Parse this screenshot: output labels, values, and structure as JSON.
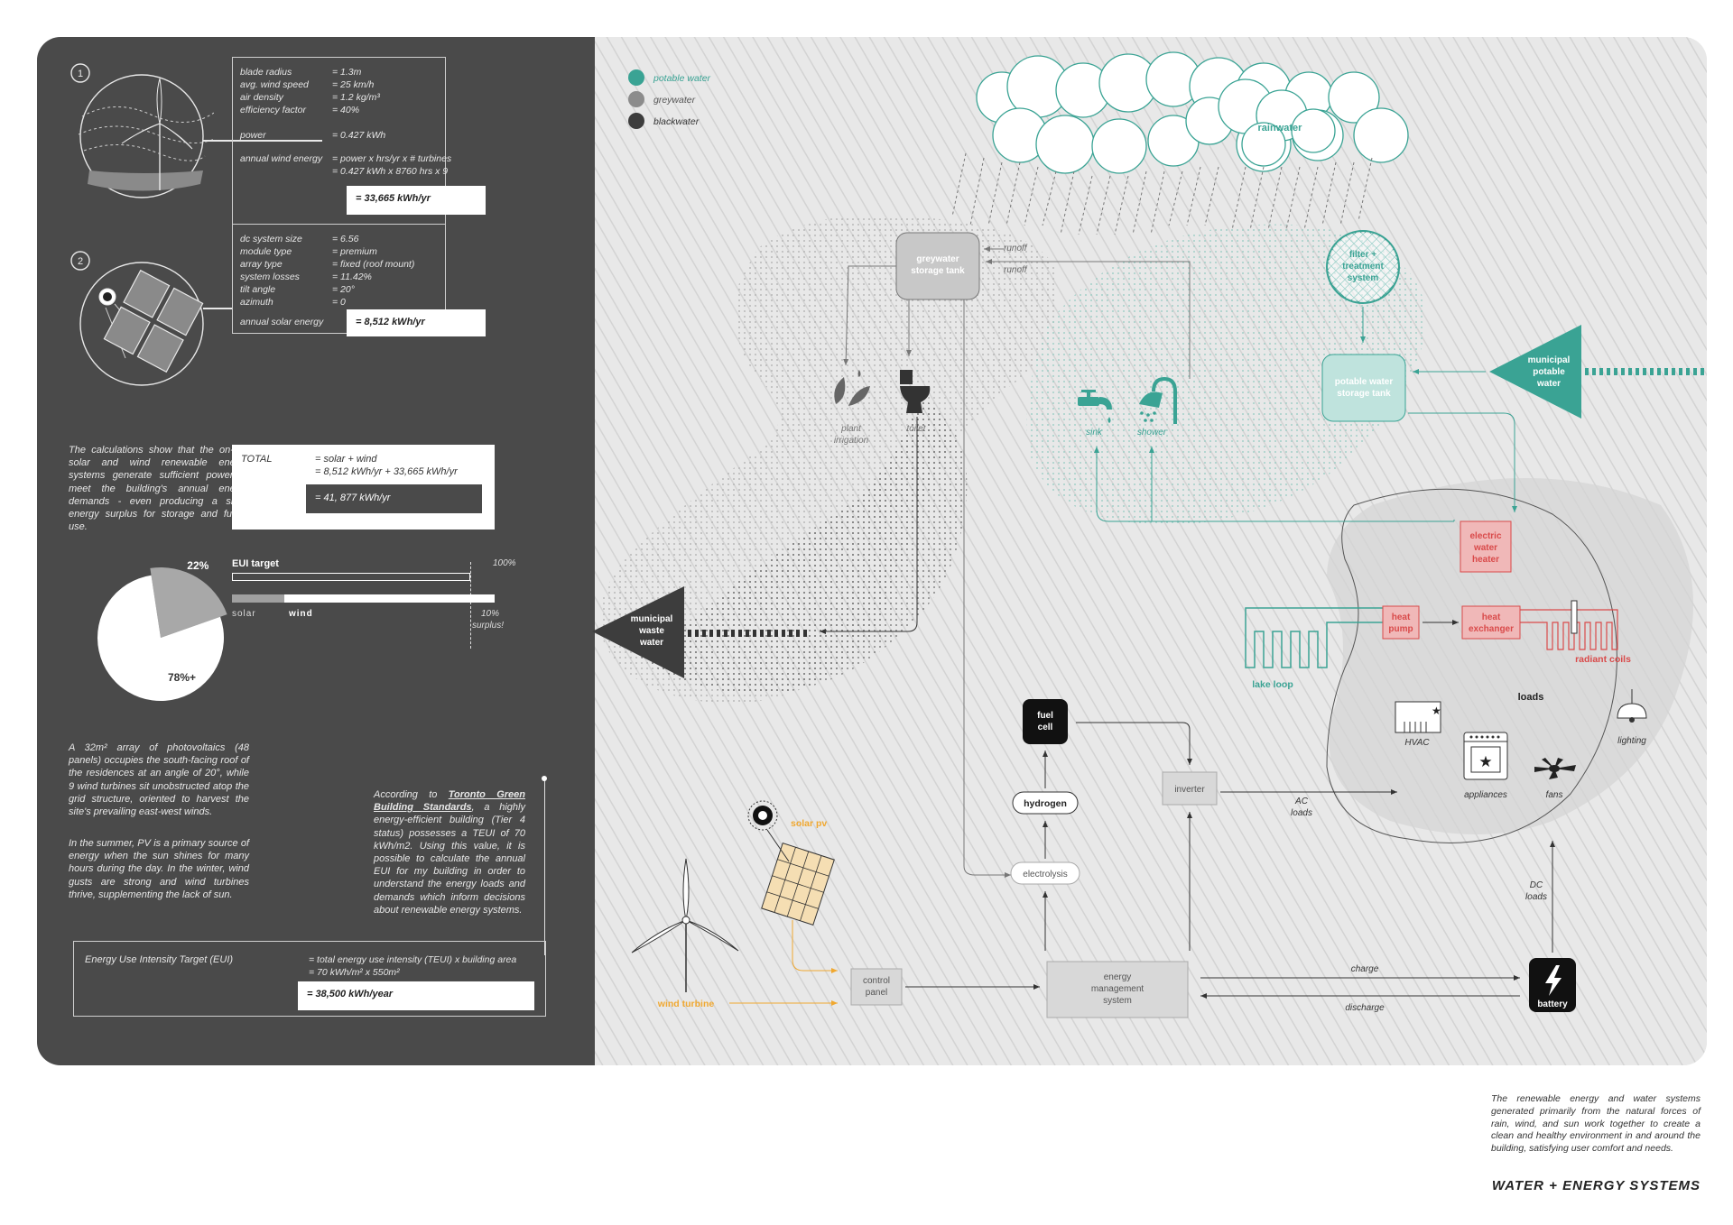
{
  "legend": [
    {
      "label": "potable water",
      "color": "#3aa394"
    },
    {
      "label": "greywater",
      "color": "#8c8c8c"
    },
    {
      "label": "blackwater",
      "color": "#3d3d3d"
    }
  ],
  "wind_calc": {
    "number": "1",
    "rows": [
      {
        "label": "blade radius",
        "value": "= 1.3m"
      },
      {
        "label": "avg. wind speed",
        "value": "= 25 km/h"
      },
      {
        "label": "air density",
        "value": "= 1.2 kg/m³"
      },
      {
        "label": "efficiency factor",
        "value": "= 40%"
      },
      {
        "label": "power",
        "value": "= 0.427 kWh"
      },
      {
        "label": "annual wind energy",
        "value": "= power x hrs/yr x # turbines"
      },
      {
        "label": "",
        "value": "= 0.427 kWh x 8760 hrs x 9"
      }
    ],
    "result": "= 33,665 kWh/yr"
  },
  "solar_calc": {
    "number": "2",
    "rows": [
      {
        "label": "dc system size",
        "value": "= 6.56"
      },
      {
        "label": "module type",
        "value": "= premium"
      },
      {
        "label": "array type",
        "value": "= fixed (roof mount)"
      },
      {
        "label": "system losses",
        "value": "= 11.42%"
      },
      {
        "label": "tilt angle",
        "value": "= 20°"
      },
      {
        "label": "azimuth",
        "value": "= 0"
      }
    ],
    "result_label": "annual solar energy",
    "result": "= 8,512 kWh/yr"
  },
  "summary_text": "The calculations show that the on-site solar and wind renewable energy systems generate sufficient power to meet the building's annual energy demands - even producing a small energy surplus for storage and future use.",
  "total": {
    "label": "TOTAL",
    "line1": "= solar + wind",
    "line2": "= 8,512 kWh/yr + 33,665 kWh/yr",
    "result": "= 41, 877 kWh/yr"
  },
  "eui_bar": {
    "title": "EUI target",
    "pct": "100%",
    "solar_label": "solar",
    "wind_label": "wind",
    "surplus_pct": "10%",
    "surplus_label": "surplus!"
  },
  "pie": {
    "chart_data": {
      "type": "pie",
      "slices": [
        {
          "label": "22%",
          "value": 22
        },
        {
          "label": "78%+",
          "value": 78
        }
      ]
    }
  },
  "pv_text": "A 32m² array of photovoltaics (48 panels) occupies the south-facing roof of the residences at an angle of 20°, while 9 wind turbines sit unobstructed atop the grid structure, oriented to harvest the site's prevailing east-west winds.",
  "summer_text": "In the summer, PV is a primary source of energy when the sun shines for many hours during the day. In the winter, wind gusts are strong and wind turbines thrive, supplementing the lack of sun.",
  "toronto_text_pre": "According to ",
  "toronto_text_link": "Toronto Green Building Standards",
  "toronto_text_post": ", a highly energy-efficient building (Tier 4 status) possesses a TEUI of 70 kWh/m2. Using this value, it is possible to calculate the annual EUI for my building in order to understand the energy loads and demands which inform decisions about renewable energy systems.",
  "eui_target": {
    "label": "Energy Use Intensity Target (EUI)",
    "line1": "= total energy use intensity (TEUI) x building area",
    "line2": "= 70 kWh/m² x 550m²",
    "result": "= 38,500 kWh/year"
  },
  "diagram": {
    "rainwater": "rainwater",
    "greywater_tank": [
      "greywater",
      "storage tank"
    ],
    "runoff1": "runoff",
    "runoff2": "runoff",
    "filter": [
      "filter +",
      "treatment",
      "system"
    ],
    "potable_tank": [
      "potable water",
      "storage tank"
    ],
    "municipal_potable": [
      "municipal",
      "potable",
      "water"
    ],
    "plant": [
      "plant",
      "irrigation"
    ],
    "toilet": "toilet",
    "sink": "sink",
    "shower": "shower",
    "municipal_waste": [
      "municipal",
      "waste",
      "water"
    ],
    "electric_heater": [
      "electric",
      "water",
      "heater"
    ],
    "heat_pump": [
      "heat",
      "pump"
    ],
    "heat_exchanger": [
      "heat",
      "exchanger"
    ],
    "radiant_coils": "radiant coils",
    "lake_loop": "lake loop",
    "loads": "loads",
    "hvac": "HVAC",
    "lighting": "lighting",
    "appliances": "appliances",
    "fans": "fans",
    "fuel_cell": [
      "fuel",
      "cell"
    ],
    "hydrogen": "hydrogen",
    "electrolysis": "electrolysis",
    "inverter": "inverter",
    "ac_loads": [
      "AC",
      "loads"
    ],
    "dc_loads": [
      "DC",
      "loads"
    ],
    "solar_pv": "solar pv",
    "wind_turbine": "wind turbine",
    "control_panel": [
      "control",
      "panel"
    ],
    "ems": [
      "energy",
      "management",
      "system"
    ],
    "charge": "charge",
    "discharge": "discharge",
    "battery": "battery"
  },
  "colors": {
    "teal": "#3aa394",
    "red": "#d94a4a",
    "orange": "#f0a830",
    "panel": "#4a4a4a"
  },
  "footer": {
    "caption": "The renewable energy and water systems generated primarily from the natural forces of rain, wind, and sun work together to create a clean and healthy environment in and around the building, satisfying user comfort and needs.",
    "title": "WATER + ENERGY SYSTEMS"
  }
}
